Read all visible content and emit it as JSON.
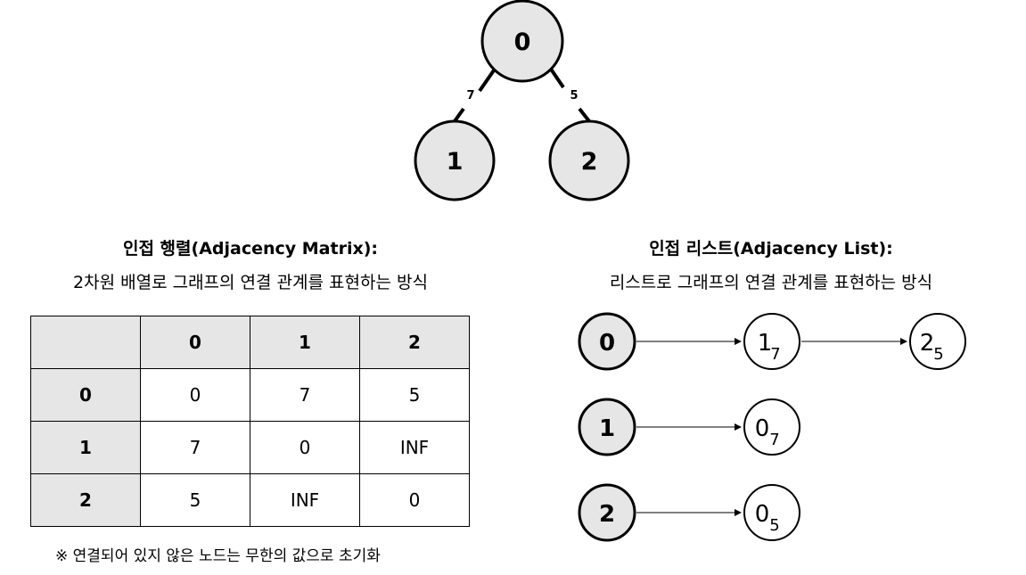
{
  "colors": {
    "node_fill": "#e6e6e6",
    "stroke": "#000000",
    "header_fill": "#e6e6e6"
  },
  "graph": {
    "nodes": [
      "0",
      "1",
      "2"
    ],
    "edges": [
      {
        "from": "0",
        "to": "1",
        "weight": "7"
      },
      {
        "from": "0",
        "to": "2",
        "weight": "5"
      }
    ]
  },
  "matrix_section": {
    "title": "인접 행렬(Adjacency Matrix):",
    "description": "2차원 배열로 그래프의 연결 관계를 표현하는 방식",
    "columns": [
      "",
      "0",
      "1",
      "2"
    ],
    "rows": [
      {
        "label": "0",
        "cells": [
          "0",
          "7",
          "5"
        ]
      },
      {
        "label": "1",
        "cells": [
          "7",
          "0",
          "INF"
        ]
      },
      {
        "label": "2",
        "cells": [
          "5",
          "INF",
          "0"
        ]
      }
    ],
    "note": "※ 연결되어 있지 않은 노드는 무한의 값으로 초기화"
  },
  "list_section": {
    "title": "인접 리스트(Adjacency List):",
    "description": "리스트로 그래프의 연결 관계를 표현하는 방식",
    "lists": [
      {
        "head": "0",
        "entries": [
          {
            "node": "1",
            "weight": "7"
          },
          {
            "node": "2",
            "weight": "5"
          }
        ]
      },
      {
        "head": "1",
        "entries": [
          {
            "node": "0",
            "weight": "7"
          }
        ]
      },
      {
        "head": "2",
        "entries": [
          {
            "node": "0",
            "weight": "5"
          }
        ]
      }
    ]
  }
}
